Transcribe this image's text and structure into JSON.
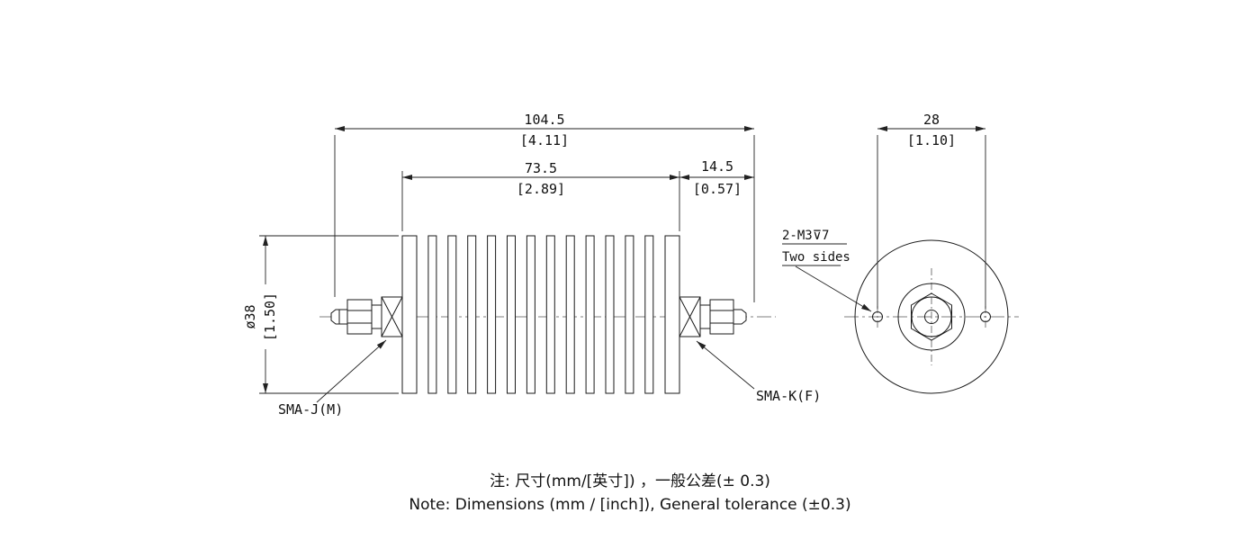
{
  "side_view": {
    "dims": {
      "overall": {
        "mm": "104.5",
        "inch": "[4.11]"
      },
      "body": {
        "mm": "73.5",
        "inch": "[2.89]"
      },
      "right_connector": {
        "mm": "14.5",
        "inch": "[0.57]"
      },
      "diameter": {
        "mm": "ø38",
        "inch": "[1.50]"
      }
    },
    "labels": {
      "left_connector": "SMA-J(M)",
      "right_connector": "SMA-K(F)"
    }
  },
  "end_view": {
    "dims": {
      "hole_spacing": {
        "mm": "28",
        "inch": "[1.10]"
      }
    },
    "callout": {
      "thread": "2-M3⊽7",
      "sides": "Two sides"
    }
  },
  "notes": {
    "cn": "注: 尺寸(mm/[英寸]) ，一般公差(± 0.3)",
    "en": "Note: Dimensions (mm / [inch]), General tolerance (±0.3)"
  }
}
